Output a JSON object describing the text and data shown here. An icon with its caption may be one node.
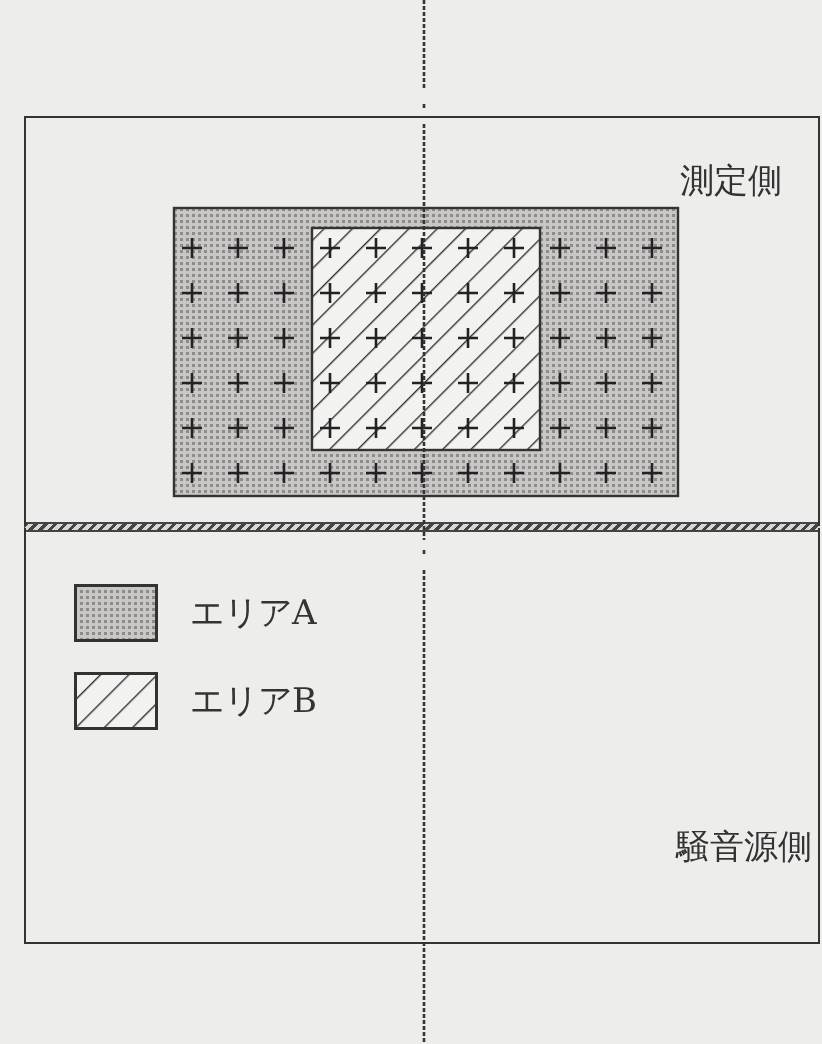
{
  "diagram": {
    "nodes": [
      {
        "text": [
          "測定側"
        ]
      },
      {
        "text": [
          "騒音源側"
        ]
      }
    ],
    "legend": [
      {
        "text": "エリアA"
      },
      {
        "text": "エリアB"
      }
    ]
  }
}
